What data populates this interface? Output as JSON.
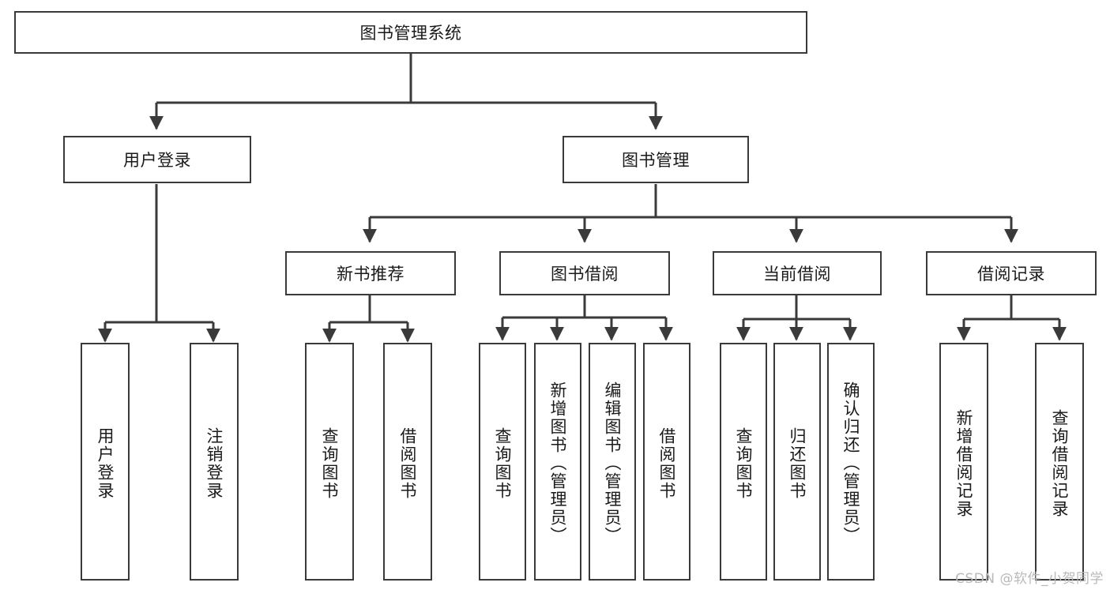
{
  "diagram": {
    "title_node": {
      "label": "图书管理系统"
    },
    "level2": [
      {
        "label": "用户登录"
      },
      {
        "label": "图书管理"
      }
    ],
    "level3": [
      {
        "label": "新书推荐"
      },
      {
        "label": "图书借阅"
      },
      {
        "label": "当前借阅"
      },
      {
        "label": "借阅记录"
      }
    ],
    "leaves": [
      {
        "label": "用户登录"
      },
      {
        "label": "注销登录"
      },
      {
        "label": "查询图书"
      },
      {
        "label": "借阅图书"
      },
      {
        "label": "查询图书"
      },
      {
        "label": "新增图书（管理员）"
      },
      {
        "label": "编辑图书（管理员）"
      },
      {
        "label": "借阅图书"
      },
      {
        "label": "查询图书"
      },
      {
        "label": "归还图书"
      },
      {
        "label": "确认归还（管理员）"
      },
      {
        "label": "新增借阅记录"
      },
      {
        "label": "查询借阅记录"
      }
    ],
    "watermark": "CSDN @软件_小贺同学",
    "colors": {
      "stroke": "#3a3a3a",
      "box_fill": "#ffffff",
      "text": "#1a1a1a",
      "watermark": "#b9b9b9",
      "background": "#ffffff"
    }
  }
}
